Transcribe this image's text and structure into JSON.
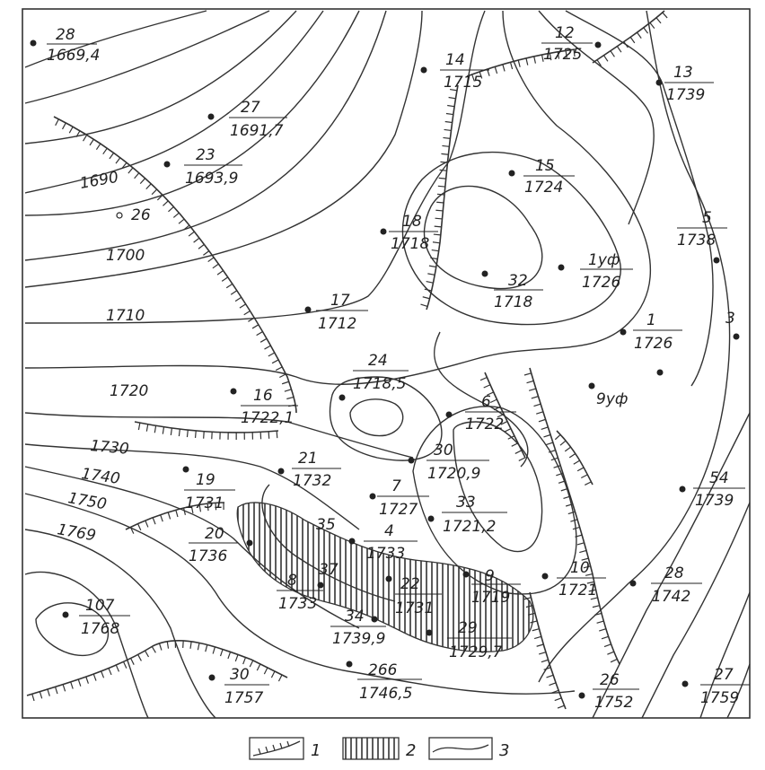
{
  "wells": [
    {
      "num": "28",
      "elev": "1669,4"
    },
    {
      "num": "12",
      "elev": "1725"
    },
    {
      "num": "14",
      "elev": "1715"
    },
    {
      "num": "13",
      "elev": "1739"
    },
    {
      "num": "27",
      "elev": "1691,7"
    },
    {
      "num": "23",
      "elev": "1693,9"
    },
    {
      "num": "15",
      "elev": "1724"
    },
    {
      "num": "5",
      "elev": "1738"
    },
    {
      "num": "18",
      "elev": "1718"
    },
    {
      "num": "32",
      "elev": "1718"
    },
    {
      "num": "1уф",
      "elev": "1726"
    },
    {
      "num": "17",
      "elev": "1712"
    },
    {
      "num": "1",
      "elev": "1726"
    },
    {
      "num": "24",
      "elev": "1718,5"
    },
    {
      "num": "16",
      "elev": "1722,1"
    },
    {
      "num": "6",
      "elev": "1722"
    },
    {
      "num": "21",
      "elev": "1732"
    },
    {
      "num": "30",
      "elev": "1720,9"
    },
    {
      "num": "19",
      "elev": "1731"
    },
    {
      "num": "7",
      "elev": "1727"
    },
    {
      "num": "33",
      "elev": "1721,2"
    },
    {
      "num": "54",
      "elev": "1739"
    },
    {
      "num": "20",
      "elev": "1736"
    },
    {
      "num": "4",
      "elev": "1733"
    },
    {
      "num": "9",
      "elev": "1719"
    },
    {
      "num": "10",
      "elev": "1721"
    },
    {
      "num": "28",
      "elev": "1742"
    },
    {
      "num": "8",
      "elev": "1733"
    },
    {
      "num": "22",
      "elev": "1731"
    },
    {
      "num": "107",
      "elev": "1768"
    },
    {
      "num": "34",
      "elev": "1739,9"
    },
    {
      "num": "29",
      "elev": "1729,7"
    },
    {
      "num": "266",
      "elev": "1746,5"
    },
    {
      "num": "30",
      "elev": "1757"
    },
    {
      "num": "26",
      "elev": "1752"
    },
    {
      "num": "27",
      "elev": "1759"
    }
  ],
  "single_wells": [
    "26",
    "3",
    "9уф",
    "35",
    "37"
  ],
  "contour_labels": [
    "1690",
    "1700",
    "1710",
    "1720",
    "1730",
    "1740",
    "1750",
    "1769"
  ],
  "legend": [
    "1",
    "2",
    "3"
  ]
}
